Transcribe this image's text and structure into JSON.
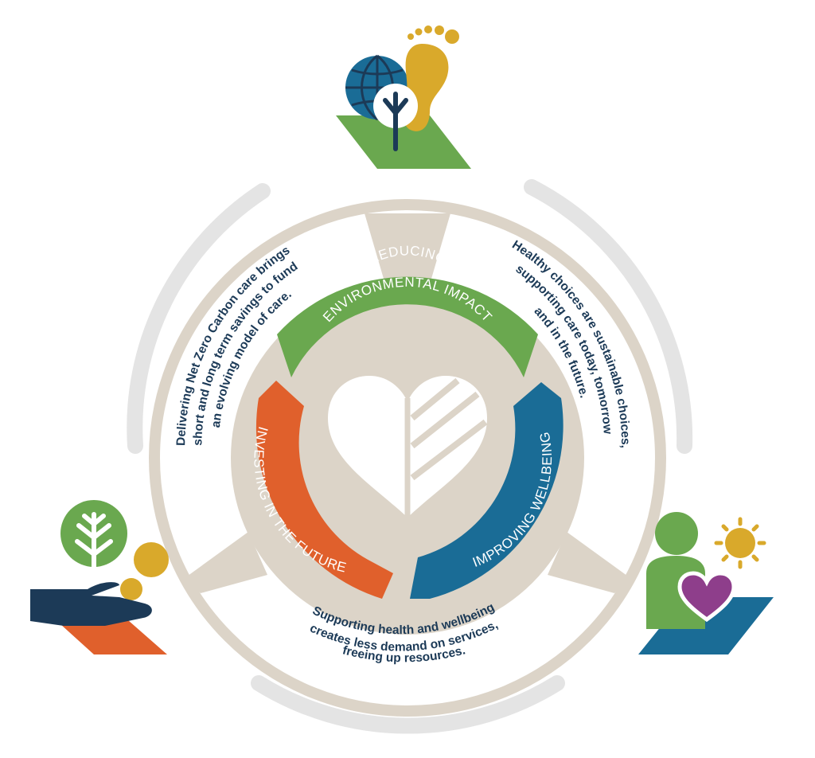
{
  "segments": {
    "top_line1": "REDUCING",
    "top_line2": "ENVIRONMENTAL IMPACT",
    "right": "IMPROVING WELLBEING",
    "left": "INVESTING IN THE FUTURE"
  },
  "outer_texts": {
    "left": [
      "Delivering Net Zero Carbon care brings",
      "short and long term savings to fund",
      "an evolving model of care."
    ],
    "right": [
      "Healthy choices are sustainable choices,",
      "supporting care today, tomorrow",
      "and in the future."
    ],
    "bottom": [
      "Supporting health and wellbeing",
      "creates less demand on services,",
      "freeing up resources."
    ]
  },
  "colors": {
    "environment": "#6aa84f",
    "wellbeing": "#1a6c96",
    "future": "#e0602c",
    "navy": "#1c3a57",
    "gold": "#d9a92b",
    "purple": "#8e3e8b",
    "ring": "#dcd4c8",
    "outer_arc": "#e4e4e4"
  }
}
